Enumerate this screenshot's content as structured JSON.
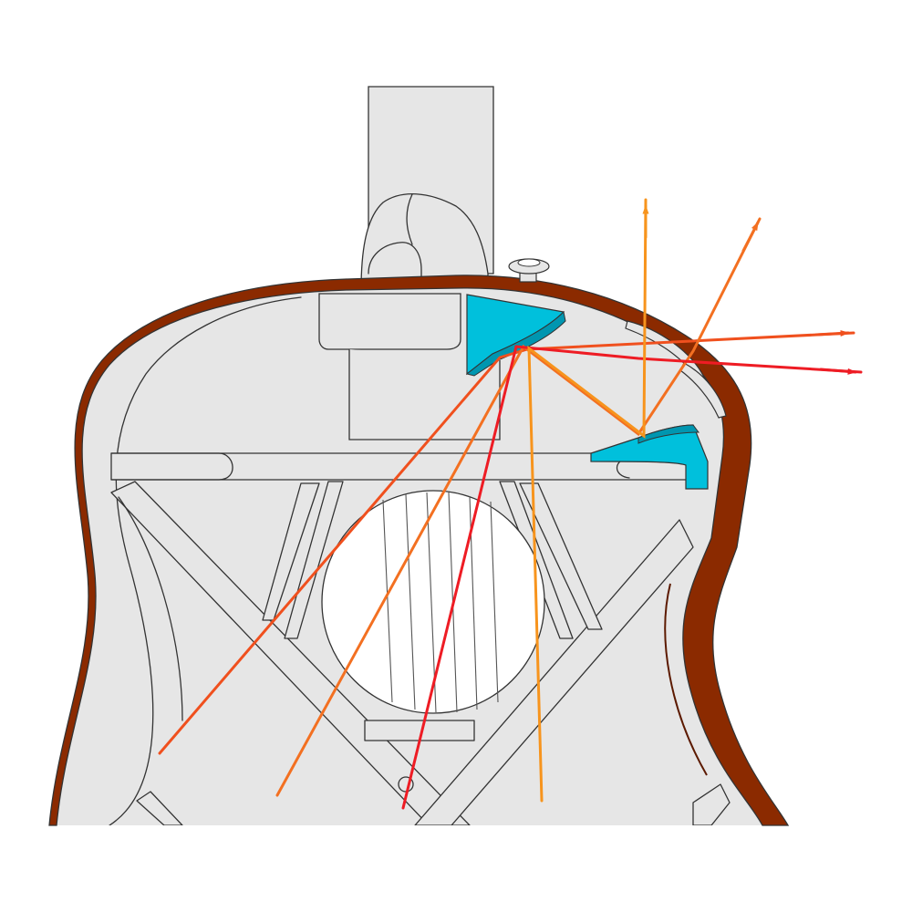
{
  "diagram": {
    "subject": "guitar-body-cutaway",
    "colors": {
      "background": "#ffffff",
      "body_interior": "#e6e6e6",
      "neck": "#e6e6e6",
      "outline": "#333333",
      "side_wood": "#8b2a00",
      "side_wood_dark": "#5c1a00",
      "reflector": "#00c0dc",
      "reflector_dark": "#0096b0",
      "soundhole": "#ffffff",
      "ray_red": "#ee1c24",
      "ray_orange_red": "#f0501e",
      "ray_orange": "#f37021",
      "ray_amber": "#f7941d"
    },
    "components": [
      "neck",
      "neck-heel",
      "heel-block",
      "strap-button",
      "body-sides",
      "transverse-brace",
      "x-bracing",
      "soundhole",
      "strings",
      "upper-reflector",
      "lower-reflector",
      "side-port",
      "sound-rays"
    ],
    "rays": [
      {
        "id": "ray-1",
        "color": "ray_orange_red",
        "arrow": false
      },
      {
        "id": "ray-2",
        "color": "ray_orange",
        "arrow": false
      },
      {
        "id": "ray-3",
        "color": "ray_red",
        "arrow": false
      },
      {
        "id": "ray-4",
        "color": "ray_amber",
        "arrow": false
      },
      {
        "id": "ray-5",
        "color": "ray_amber",
        "arrow": true
      },
      {
        "id": "ray-6",
        "color": "ray_orange",
        "arrow": true
      },
      {
        "id": "ray-7",
        "color": "ray_orange_red",
        "arrow": true
      },
      {
        "id": "ray-8",
        "color": "ray_red",
        "arrow": true
      }
    ]
  }
}
